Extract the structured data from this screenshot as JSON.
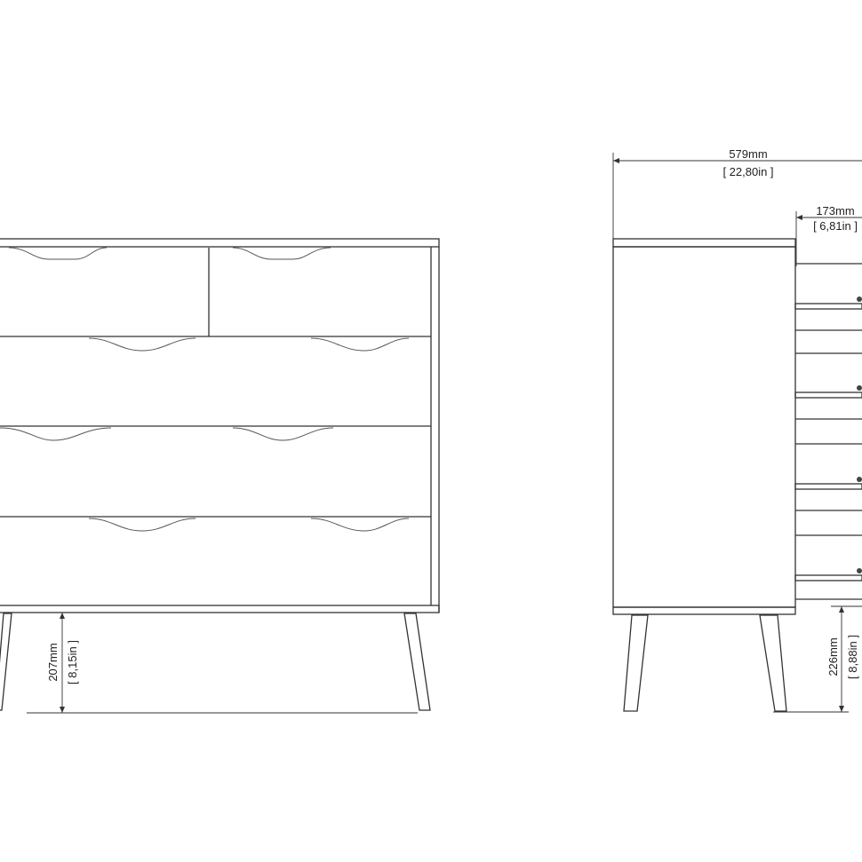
{
  "front_view": {
    "leg_height": {
      "mm": "207mm",
      "in": "[ 8,15in ]"
    }
  },
  "side_view": {
    "depth": {
      "mm": "579mm",
      "in": "[ 22,80in ]"
    },
    "drawer_extension": {
      "mm": "173mm",
      "in": "[ 6,81in ]"
    },
    "leg_height": {
      "mm": "226mm",
      "in": "[ 8,88in ]"
    }
  }
}
